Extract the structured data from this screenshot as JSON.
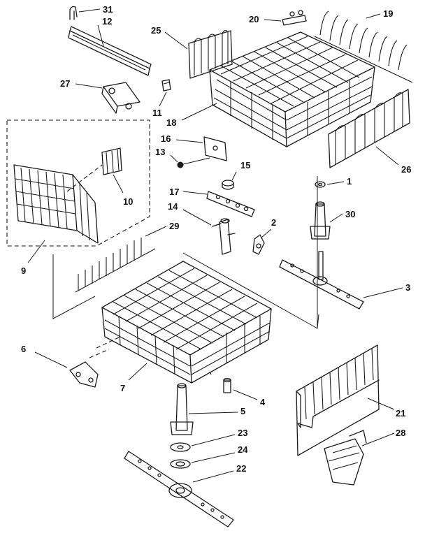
{
  "diagram": {
    "callouts": [
      {
        "id": "31",
        "label": "31"
      },
      {
        "id": "12",
        "label": "12"
      },
      {
        "id": "25",
        "label": "25"
      },
      {
        "id": "20",
        "label": "20"
      },
      {
        "id": "19",
        "label": "19"
      },
      {
        "id": "27",
        "label": "27"
      },
      {
        "id": "11",
        "label": "11"
      },
      {
        "id": "18",
        "label": "18"
      },
      {
        "id": "16",
        "label": "16"
      },
      {
        "id": "13",
        "label": "13"
      },
      {
        "id": "15",
        "label": "15"
      },
      {
        "id": "26",
        "label": "26"
      },
      {
        "id": "17",
        "label": "17"
      },
      {
        "id": "1",
        "label": "1"
      },
      {
        "id": "14",
        "label": "14"
      },
      {
        "id": "10",
        "label": "10"
      },
      {
        "id": "2",
        "label": "2"
      },
      {
        "id": "30",
        "label": "30"
      },
      {
        "id": "29",
        "label": "29"
      },
      {
        "id": "9",
        "label": "9"
      },
      {
        "id": "3",
        "label": "3"
      },
      {
        "id": "6",
        "label": "6"
      },
      {
        "id": "7",
        "label": "7"
      },
      {
        "id": "4",
        "label": "4"
      },
      {
        "id": "5",
        "label": "5"
      },
      {
        "id": "21",
        "label": "21"
      },
      {
        "id": "23",
        "label": "23"
      },
      {
        "id": "24",
        "label": "24"
      },
      {
        "id": "28",
        "label": "28"
      },
      {
        "id": "22",
        "label": "22"
      }
    ]
  }
}
